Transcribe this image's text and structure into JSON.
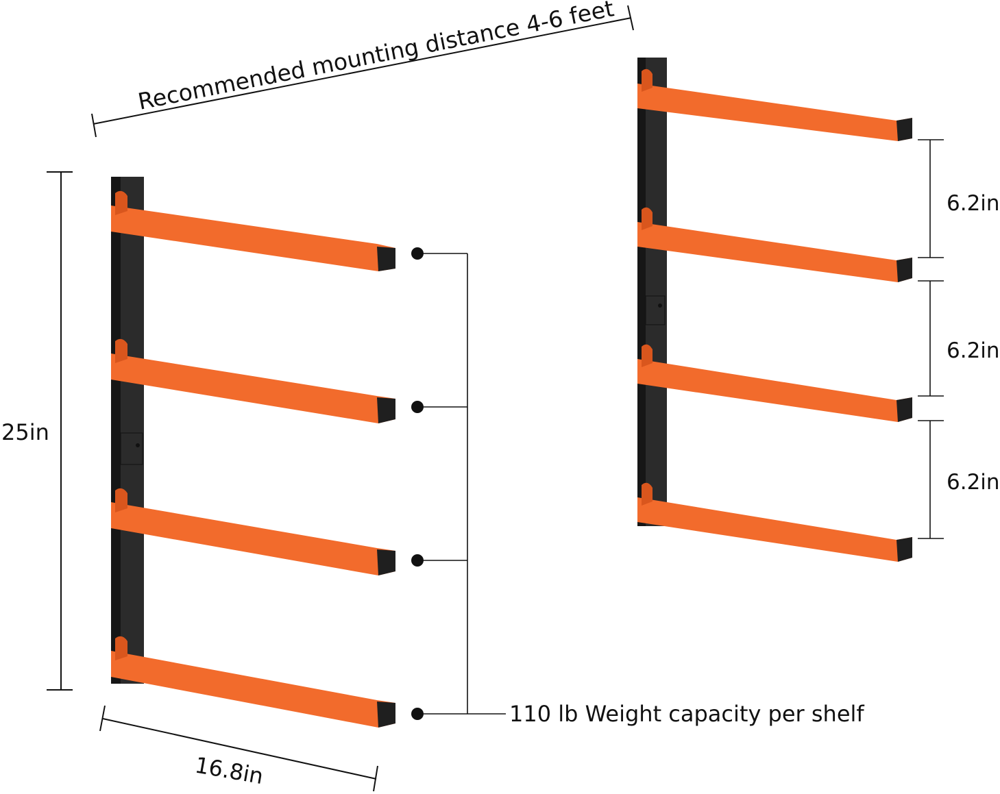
{
  "colors": {
    "arm_orange": "#f26b2c",
    "arm_orange_shade": "#d9561d",
    "post_black": "#2b2b2b",
    "post_edge": "#161616",
    "line": "#111111"
  },
  "labels": {
    "mounting_distance": "Recommended mounting distance 4-6 feet",
    "total_height": "25in",
    "arm_length": "16.8in",
    "spacing_1": "6.2in",
    "spacing_2": "6.2in",
    "spacing_3": "6.2in",
    "weight_capacity": "110 lb Weight capacity per shelf"
  }
}
